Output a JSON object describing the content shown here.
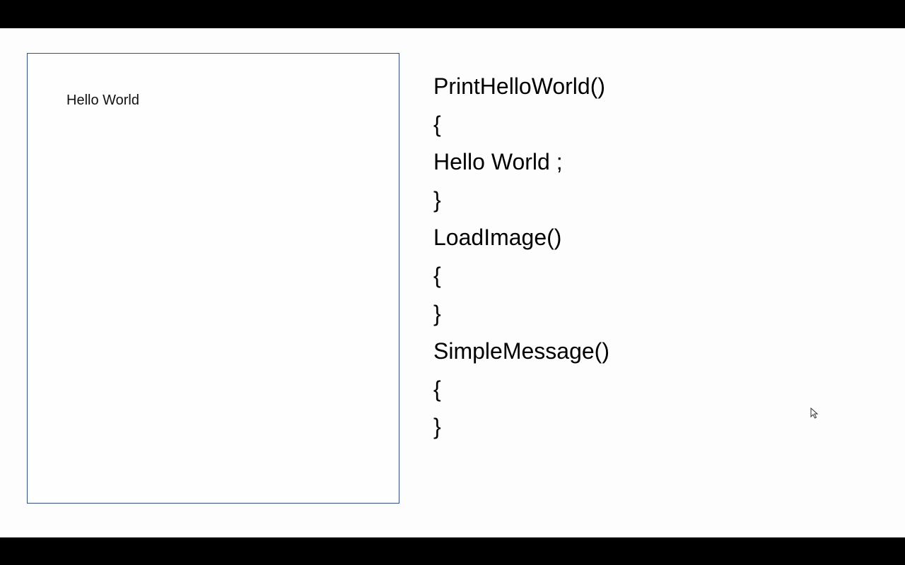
{
  "output_panel": {
    "text": "Hello World"
  },
  "code_lines": [
    "PrintHelloWorld()",
    "{",
    "Hello World ;",
    "}",
    "LoadImage()",
    "{",
    "}",
    "SimpleMessage()",
    "{",
    "}"
  ],
  "colors": {
    "panel_border": "#2f4f8f",
    "slide_background": "#fdfdfd",
    "letterbox": "#000000"
  },
  "cursor": {
    "icon": "mouse-pointer-icon"
  }
}
